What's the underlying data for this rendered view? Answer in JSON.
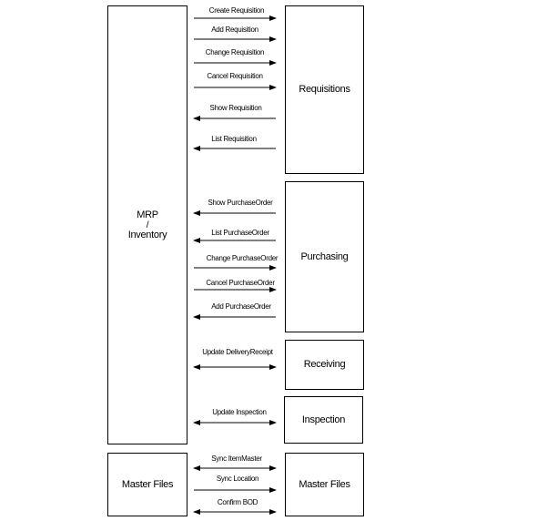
{
  "left_boxes": {
    "mrp": {
      "line1": "MRP",
      "line2": "/",
      "line3": "Inventory"
    },
    "master_files": "Master Files"
  },
  "right_boxes": {
    "requisitions": "Requisitions",
    "purchasing": "Purchasing",
    "receiving": "Receiving",
    "inspection": "Inspection",
    "master_files": "Master Files"
  },
  "messages": {
    "create_requisition": "Create Requisition",
    "add_requisition": "Add Requisition",
    "change_requisition": "Change Requisition",
    "cancel_requisition": "Cancel Requisition",
    "show_requisition": "Show Requisition",
    "list_requisition": "List Requisition",
    "show_purchaseorder": "Show PurchaseOrder",
    "list_purchaseorder": "List PurchaseOrder",
    "change_purchaseorder": "Change PurchaseOrder",
    "cancel_purchaseorder": "Cancel PurchaseOrder",
    "add_purchaseorder": "Add PurchaseOrder",
    "update_deliveryreceipt": "Update DeliveryReceipt",
    "update_inspection": "Update Inspection",
    "sync_itemmaster": "Sync ItemMaster",
    "sync_location": "Sync Location",
    "confirm_bod": "Confirm BOD"
  }
}
